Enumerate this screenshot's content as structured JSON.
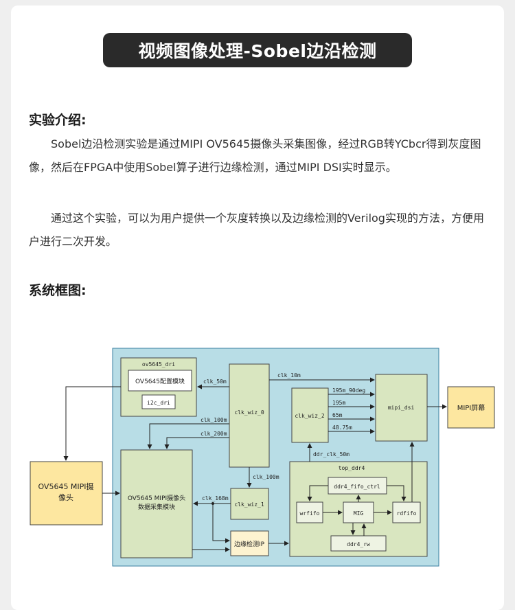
{
  "page": {
    "title": "视频图像处理-Sobel边沿检测",
    "intro_heading": "实验介绍:",
    "intro_paragraph_1": "Sobel边沿检测实验是通过MIPI OV5645摄像头采集图像，经过RGB转YCbcr得到灰度图像，然后在FPGA中使用Sobel算子进行边缘检测，通过MIPI DSI实时显示。",
    "intro_paragraph_2": "通过这个实验，可以为用户提供一个灰度转换以及边缘检测的Verilog实现的方法，方便用户进行二次开发。",
    "diagram_heading": "系统框图:"
  },
  "diagram": {
    "blocks": {
      "ov5645_dri": "ov5645_dri",
      "ov5645_config": "OV5645配置模块",
      "i2c_dri": "i2c_dri",
      "clk_wiz_0": "clk_wiz_0",
      "clk_wiz_2": "clk_wiz_2",
      "mipi_dsi": "mipi_dsi",
      "mipi_screen": "MIPI屏幕",
      "camera_line1": "OV5645 MIPI摄",
      "camera_line2": "像头",
      "capture_line1": "OV5645 MIPI摄像头",
      "capture_line2": "数据采集模块",
      "clk_wiz_1": "clk_wiz_1",
      "edge_ip": "边缘检测IP",
      "top_ddr4": "top_ddr4",
      "ddr4_fifo_ctrl": "ddr4_fifo_ctrl",
      "wrfifo": "wrfifo",
      "mig": "MIG",
      "rdfifo": "rdfifo",
      "ddr4_rw": "ddr4_rw"
    },
    "signals": {
      "clk_50m": "clk_50m",
      "clk_10m": "clk_10m",
      "clk_100m_a": "clk_100m",
      "clk_200m": "clk_200m",
      "clk_100m_b": "clk_100m",
      "clk_168m": "clk_168m",
      "ddr_clk_50m": "ddr_clk_50m",
      "s_195m_90deg": "195m_90deg",
      "s_195m": "195m",
      "s_65m": "65m",
      "s_48_75m": "48.75m"
    },
    "colors": {
      "fpga_bg": "#b8dde6",
      "module_fill": "#d9e6c0",
      "inner_fill": "#ffffff",
      "external_fill": "#fde7a0",
      "line": "#222222"
    }
  }
}
